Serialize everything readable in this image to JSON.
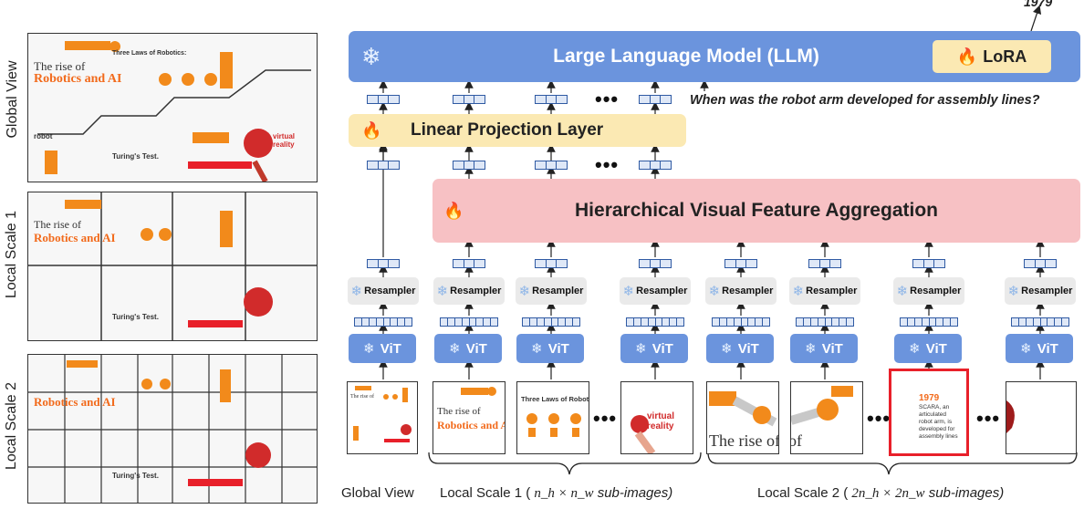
{
  "left_labels": {
    "global": "Global View",
    "scale1": "Local Scale 1",
    "scale2": "Local Scale 2"
  },
  "llm": {
    "title": "Large Language Model (LLM)",
    "lora": "LoRA"
  },
  "projection": {
    "title": "Linear Projection Layer"
  },
  "aggregation": {
    "title": "Hierarchical Visual Feature Aggregation"
  },
  "question": "When was the robot arm developed for assembly lines?",
  "answer": "1979",
  "resampler_label": "Resampler",
  "vit_label": "ViT",
  "ellipsis": "•••",
  "infographic": {
    "title_line1": "The rise of",
    "title_line2": "Robotics and AI",
    "laws": "Three Laws of Robotics:",
    "turing": "Turing's Test.",
    "vr1": "virtual",
    "vr2": "reality",
    "robot": "robot",
    "fragment": "The rise of",
    "year": "1979",
    "scara": "SCARA, an articulated robot arm, is developed for assembly lines"
  },
  "bottom": {
    "global": "Global View",
    "scale1_prefix": "Local Scale 1 ( ",
    "scale1_math": "n_h × n_w",
    "scale1_suffix": " sub-images)",
    "scale2_prefix": "Local Scale 2 ( ",
    "scale2_math": "2n_h × 2n_w",
    "scale2_suffix": " sub-images)"
  },
  "colors": {
    "llm": "#6b94dd",
    "projection": "#fbe9b3",
    "aggregation": "#f7c1c4",
    "highlight": "#e8202a",
    "accent": "#f26a1b"
  }
}
